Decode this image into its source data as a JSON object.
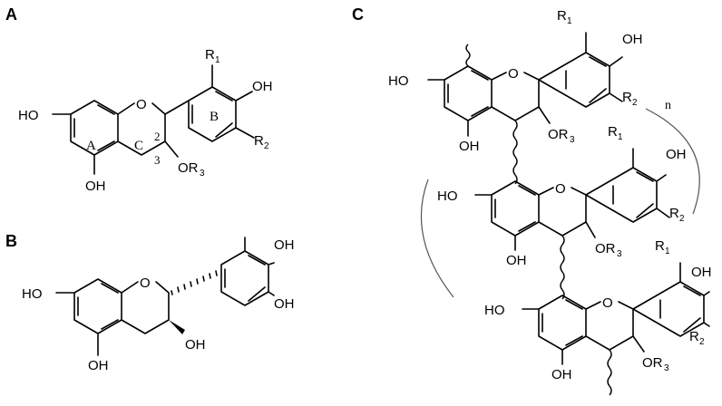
{
  "panels": {
    "a": "A",
    "b": "B",
    "c": "C"
  },
  "atoms": {
    "ho": "HO",
    "oh": "OH",
    "o": "O",
    "r": "R",
    "or": "OR",
    "sub1": "1",
    "sub2": "2",
    "sub3": "3"
  },
  "ring_labels": {
    "a": "A",
    "b": "B",
    "c": "C"
  },
  "positions": {
    "p2": "2",
    "p3": "3"
  },
  "repeat_label": "n"
}
